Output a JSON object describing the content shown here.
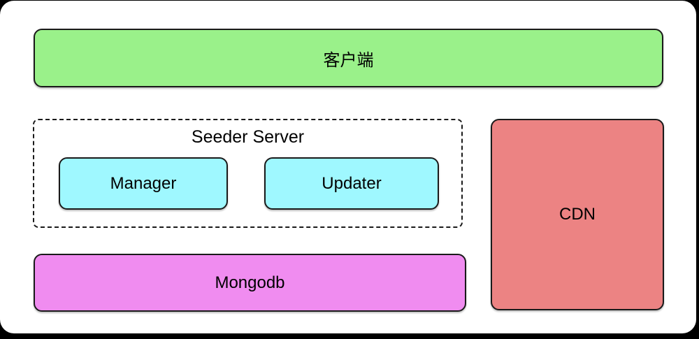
{
  "diagram": {
    "title": "Seeder architecture diagram",
    "colors": {
      "client_fill": "#9AF18A",
      "inner_fill": "#9FF8FF",
      "mongodb_fill": "#F08CF0",
      "cdn_fill": "#EC8383",
      "border": "#1a1a1a",
      "canvas_bg": "#ffffff",
      "outer_bg": "#000000"
    },
    "nodes": {
      "client": {
        "label": "客户端"
      },
      "manager": {
        "label": "Manager"
      },
      "updater": {
        "label": "Updater"
      },
      "mongodb": {
        "label": "Mongodb"
      },
      "cdn": {
        "label": "CDN"
      }
    },
    "groups": {
      "seeder": {
        "label": "Seeder Server"
      }
    }
  }
}
